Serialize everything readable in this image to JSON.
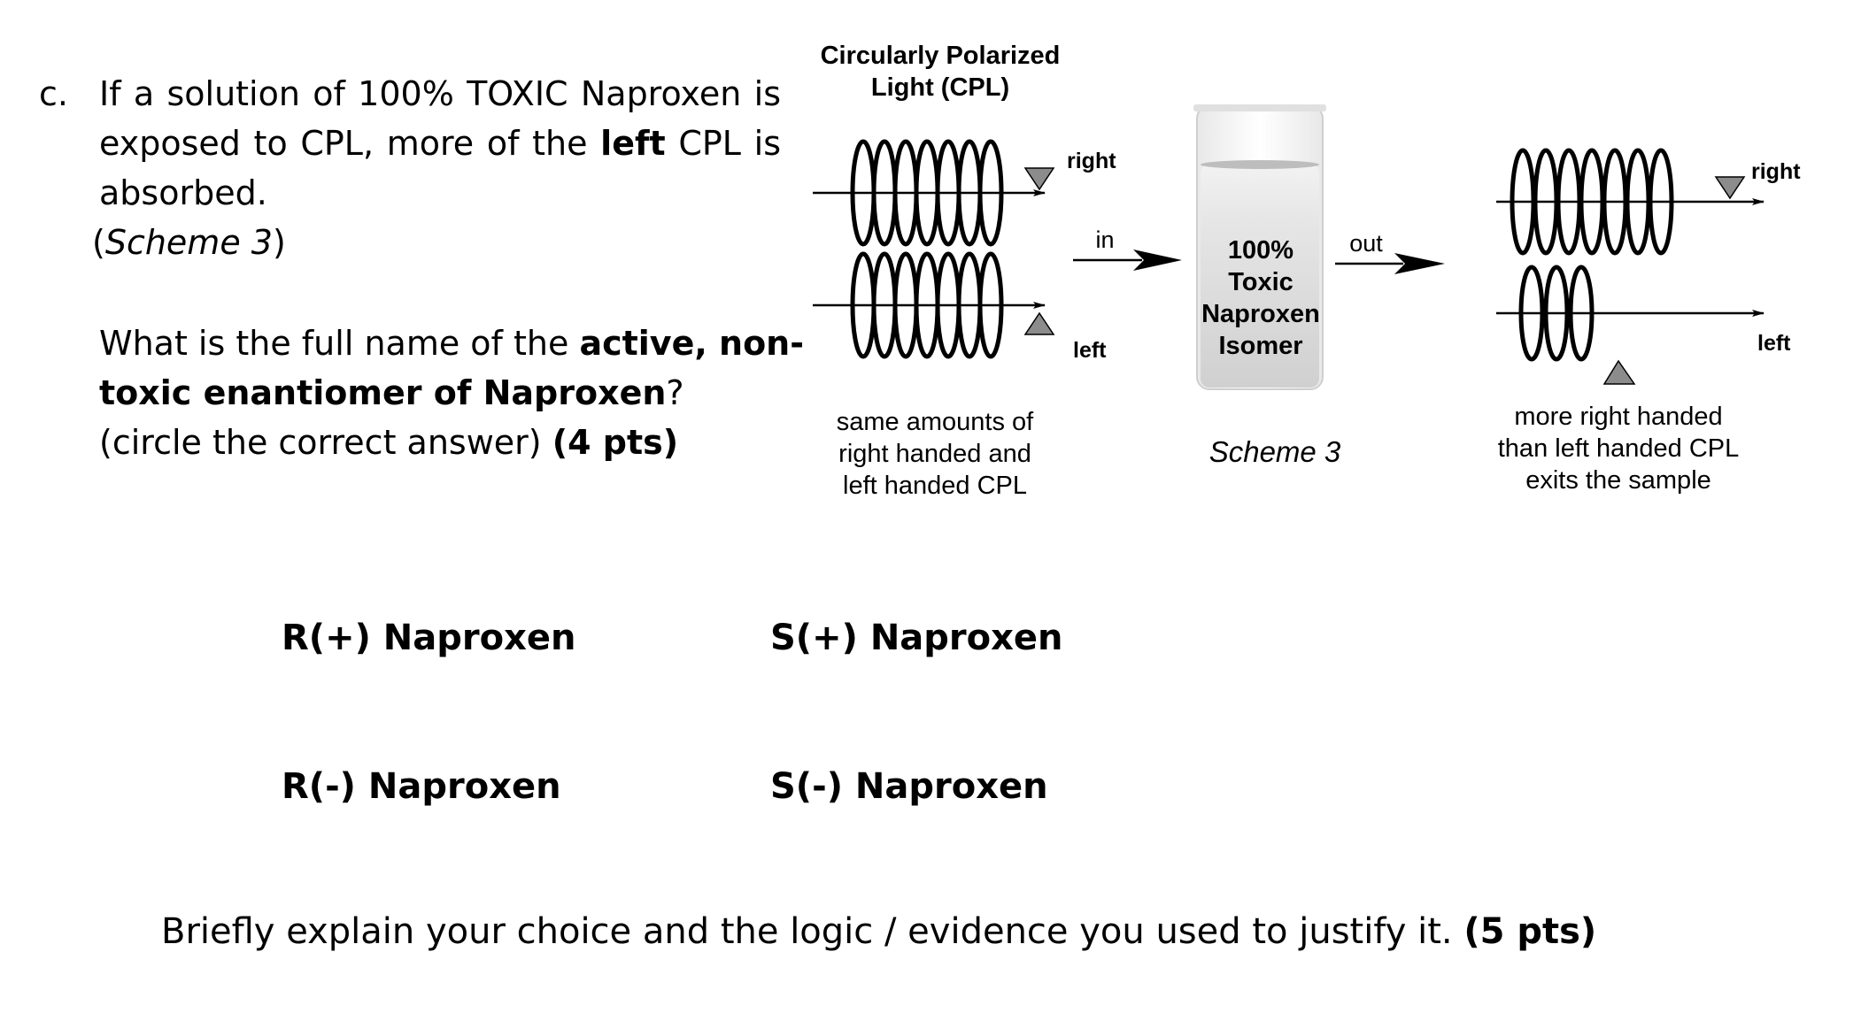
{
  "question": {
    "label": "c.",
    "line1": "If a solution of 100% TOXIC Naproxen is",
    "line2_pre": "exposed to CPL, more of the ",
    "line2_bold": "left",
    "line2_post": " CPL is",
    "line3": "absorbed.",
    "scheme_ref_open": "(",
    "scheme_ref_italic": "Scheme 3",
    "scheme_ref_close": ")",
    "prompt_pre": "What is the full name of the ",
    "prompt_bold1": "active, non-",
    "prompt_bold2": "toxic enantiomer of Naproxen",
    "prompt_post": "?",
    "instruction": "(circle the correct answer) ",
    "points": "(4 pts)"
  },
  "diagram": {
    "title_line1": "Circularly Polarized",
    "title_line2": "Light  (CPL)",
    "right_label_in": "right",
    "left_label_in": "left",
    "in_label": "in",
    "out_label": "out",
    "vial_line1": "100%",
    "vial_line2": "Toxic",
    "vial_line3": "Naproxen",
    "vial_line4": "Isomer",
    "caption_in_1": "same amounts of",
    "caption_in_2": "right handed and",
    "caption_in_3": "left handed CPL",
    "scheme_caption": "Scheme 3",
    "right_label_out": "right",
    "left_label_out": "left",
    "caption_out_1": "more right handed",
    "caption_out_2": "than left handed CPL",
    "caption_out_3": "exits the sample"
  },
  "answers": [
    "R(+) Naproxen",
    "S(+) Naproxen",
    "R(-) Naproxen",
    "S(-) Naproxen"
  ],
  "explain": {
    "text": "Briefly explain your choice and the logic / evidence you used to justify it. ",
    "points": "(5 pts)"
  },
  "colors": {
    "text": "#000000",
    "arrowhead_gray": "#8c8c8c",
    "vial_liquid": "#d9d9d9"
  }
}
